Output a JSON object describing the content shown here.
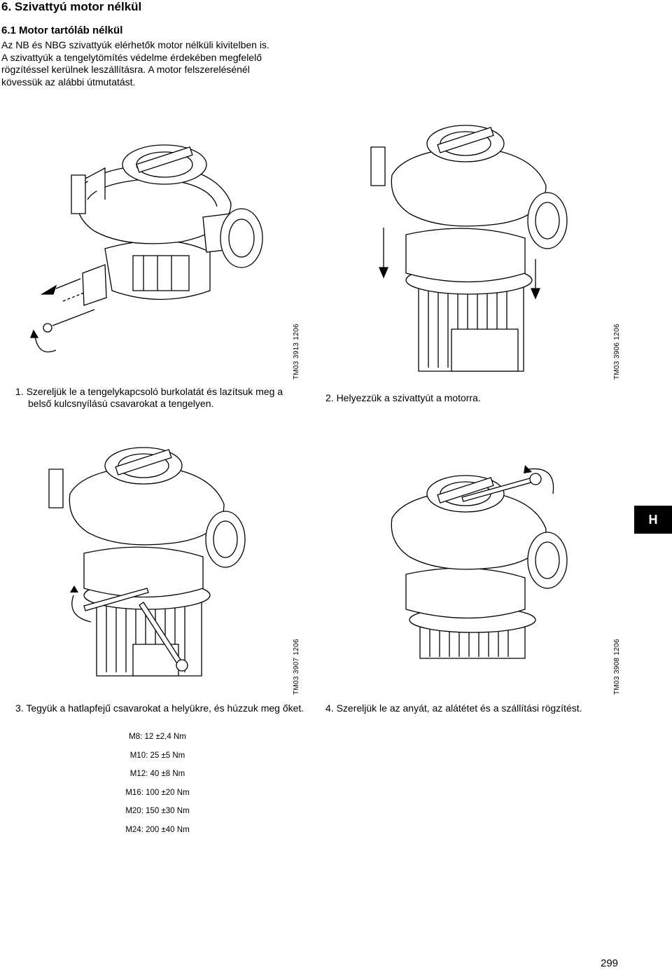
{
  "section": {
    "title": "6. Szivattyú motor nélkül"
  },
  "subsection": {
    "title": "6.1 Motor tartóláb nélkül"
  },
  "intro": [
    "Az NB és NBG szivattyúk elérhetők motor nélküli kivitelben is.",
    "A szivattyúk a tengelytömítés védelme érdekében megfelelő",
    "rögzítéssel kerülnek leszállításra. A motor felszerelésénél",
    "kövessük az alábbi útmutatást."
  ],
  "figures": [
    {
      "code": "TM03 3913 1206",
      "caption": "1. Szereljük le a tengelykapcsoló burkolatát és lazítsuk meg a belső kulcsnyílású csavarokat a tengelyen."
    },
    {
      "code": "TM03 3906 1206",
      "caption": "2. Helyezzük a szivattyút a motorra."
    },
    {
      "code": "TM03 3907 1206",
      "caption": "3. Tegyük a hatlapfejű csavarokat a helyükre, és húzzuk meg őket."
    },
    {
      "code": "TM03 3908 1206",
      "caption": "4. Szereljük le az anyát, az alátétet és a szállítási rögzítést."
    }
  ],
  "torque_values": [
    "M8: 12 ±2,4 Nm",
    "M10: 25 ±5 Nm",
    "M12: 40 ±8 Nm",
    "M16: 100 ±20 Nm",
    "M20: 150 ±30 Nm",
    "M24: 200 ±40 Nm"
  ],
  "side_tab": "H",
  "page_number": "299"
}
